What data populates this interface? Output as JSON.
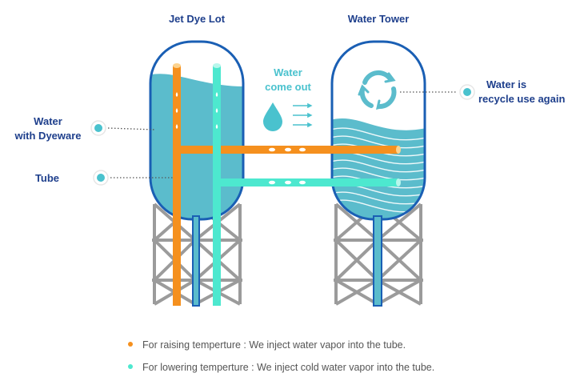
{
  "titles": {
    "jet_dye_lot": "Jet Dye Lot",
    "water_tower": "Water Tower"
  },
  "labels": {
    "water_come_out_line1": "Water",
    "water_come_out_line2": "come out",
    "water_dyeware_line1": "Water",
    "water_dyeware_line2": "with Dyeware",
    "tube": "Tube",
    "recycle_line1": "Water is",
    "recycle_line2": "recycle use again"
  },
  "legend": [
    {
      "text": "For raising temperture : We inject water vapor into the tube.",
      "color": "#f5901e"
    },
    {
      "text": "For lowering temperture : We inject cold water vapor into the tube.",
      "color": "#4de8cf"
    }
  ],
  "colors": {
    "outline_blue": "#1a5fb4",
    "water_fill": "#5bbccc",
    "orange_pipe": "#f5901e",
    "mint_pipe": "#4de8cf",
    "steel": "#9b9b9b",
    "label_navy": "#1e3f8c"
  },
  "icons": [
    "recycle-arrows-icon",
    "water-drop-icon",
    "flow-arrows-icon"
  ]
}
